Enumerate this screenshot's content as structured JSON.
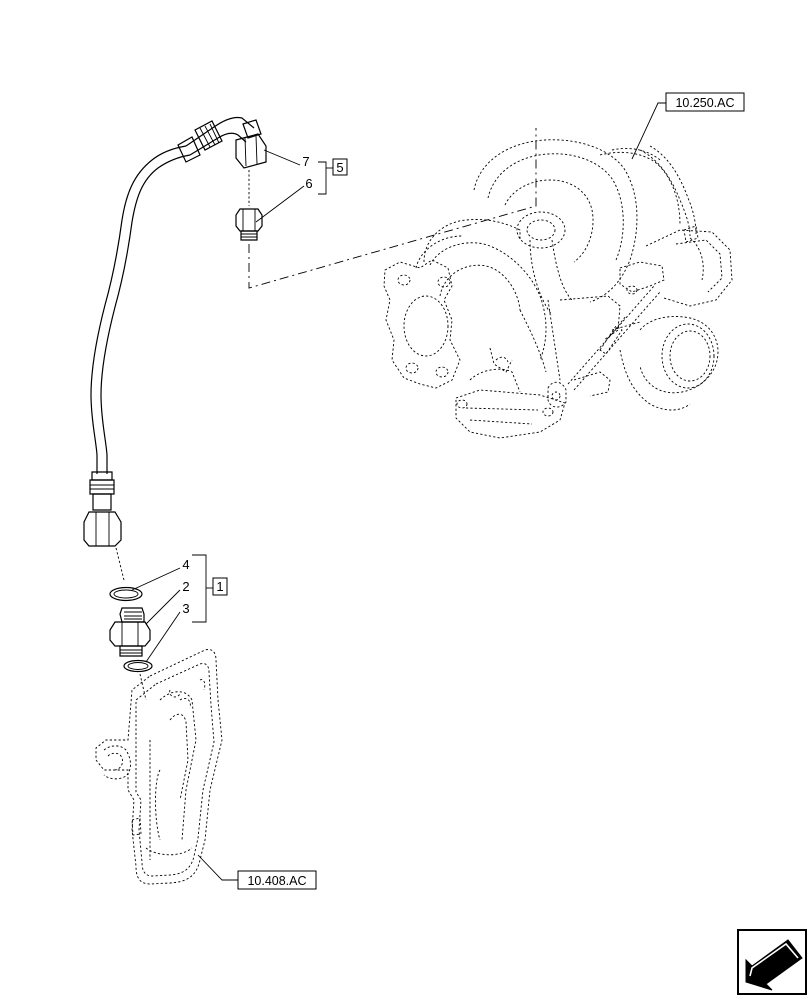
{
  "references": {
    "turbo": "10.250.AC",
    "housing": "10.408.AC"
  },
  "callouts": {
    "item_7": "7",
    "item_6": "6",
    "group_5": "5",
    "item_4": "4",
    "item_2": "2",
    "item_3": "3",
    "group_1": "1"
  },
  "icons": {
    "navigation": "arrow-icon"
  }
}
